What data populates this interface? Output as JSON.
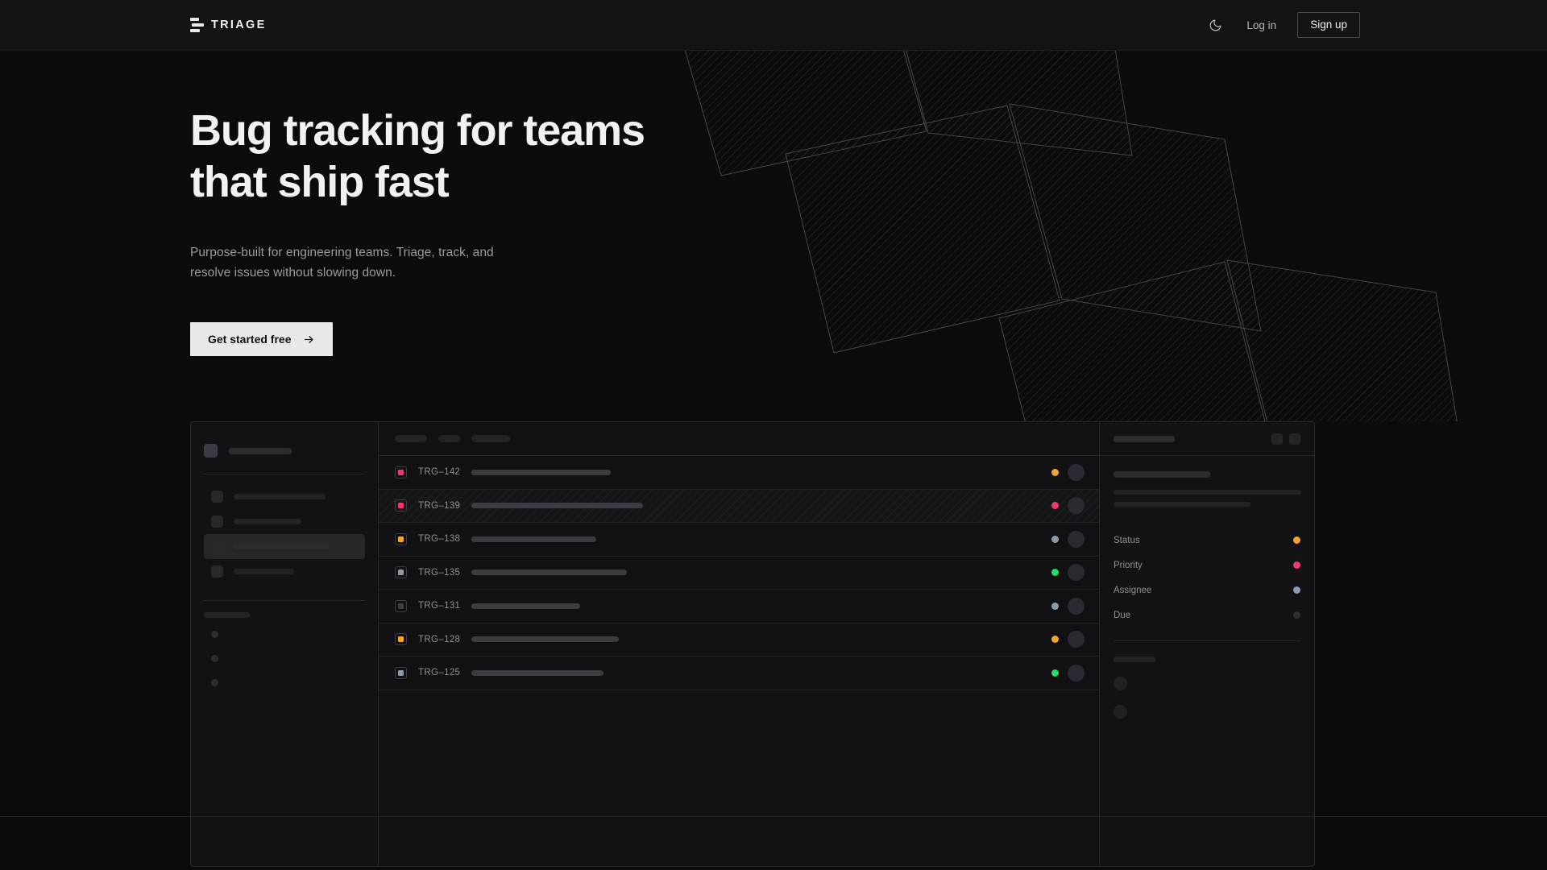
{
  "navbar": {
    "brand": "TRIAGE",
    "logo_icon": "stacked-bars-logo-icon",
    "theme_icon": "moon-icon",
    "login_label": "Log in",
    "signup_label": "Sign up"
  },
  "hero": {
    "title": "Bug tracking for teams\nthat ship fast",
    "subtitle": "Purpose-built for engineering teams. Triage, track, and\nresolve issues without slowing down.",
    "cta_label": "Get started free",
    "cta_icon": "arrow-right-icon"
  },
  "colors": {
    "page_bg": "#0b0b0d",
    "nav_bg": "#131316",
    "accent_light": "#e9e9eb",
    "priority_high": "#f0386b",
    "priority_medium": "#f5a623",
    "priority_low": "#8b9bb0",
    "priority_none": "#3d3d44",
    "status_open": "#f5a623",
    "status_urgent": "#f0386b",
    "status_done": "#22dd66",
    "status_review": "#8b9bb0"
  },
  "mockup": {
    "sidebar": {
      "nav_items": [
        {
          "name": "nav-item-1",
          "active": false,
          "width": 114
        },
        {
          "name": "nav-item-2",
          "active": false,
          "width": 84
        },
        {
          "name": "nav-item-3",
          "active": true,
          "width": 119
        },
        {
          "name": "nav-item-4",
          "active": false,
          "width": 75
        }
      ],
      "section_label_width": 57,
      "dot_count": 3
    },
    "toolbar": {
      "pills": [
        40,
        27,
        48
      ]
    },
    "rows": [
      {
        "id": "TRG–142",
        "priority": "#f0386b",
        "status": "#f5a623",
        "title_width": 173,
        "selected": false
      },
      {
        "id": "TRG–139",
        "priority": "#f0386b",
        "status": "#f0386b",
        "title_width": 213,
        "selected": true
      },
      {
        "id": "TRG–138",
        "priority": "#f5a623",
        "status": "#8b9bb0",
        "title_width": 155,
        "selected": false
      },
      {
        "id": "TRG–135",
        "priority": "#8b9bb0",
        "status": "#22dd66",
        "title_width": 193,
        "selected": false
      },
      {
        "id": "TRG–131",
        "priority": "#3d3d44",
        "status": "#8b9bb0",
        "title_width": 135,
        "selected": false
      },
      {
        "id": "TRG–128",
        "priority": "#f5a623",
        "status": "#f5a623",
        "title_width": 183,
        "selected": false
      },
      {
        "id": "TRG–125",
        "priority": "#8b9bb0",
        "status": "#22dd66",
        "title_width": 164,
        "selected": false
      }
    ],
    "detail": {
      "header_title_width": 76,
      "buttons": 2,
      "title_width": 120,
      "body_lines": [
        233,
        170
      ],
      "meta": [
        {
          "label": "Status",
          "value_color": "#f5a623"
        },
        {
          "label": "Priority",
          "value_color": "#f0386b"
        },
        {
          "label": "Assignee",
          "value_color": "#8b9bb0"
        },
        {
          "label": "Due",
          "value_color": "#2e2e34"
        }
      ],
      "footer_label_width": 52,
      "footer_circles": 2
    }
  }
}
